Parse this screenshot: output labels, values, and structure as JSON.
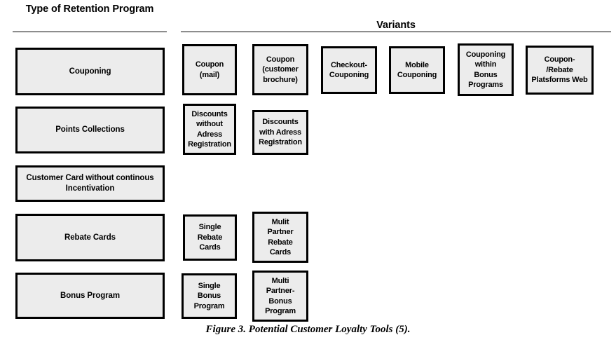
{
  "figure": {
    "caption": "Figure 3. Potential Customer Loyalty Tools (5).",
    "colors": {
      "box_fill": "#ececec",
      "box_border": "#000000",
      "page_background": "#ffffff",
      "text": "#000000"
    }
  },
  "headers": {
    "left": "Type of Retention\nProgram",
    "right": "Variants"
  },
  "rows": [
    {
      "program": "Couponing",
      "variants": [
        "Coupon\n(mail)",
        "Coupon\n(customer\nbrochure)",
        "Checkout-\nCouponing",
        "Mobile\nCouponing",
        "Couponing\nwithin\nBonus\nPrograms",
        "Coupon-\n/Rebate\nPlatsforms Web"
      ]
    },
    {
      "program": "Points Collections",
      "variants": [
        "Discounts\nwithout\nAdress\nRegistration",
        "Discounts\nwith Adress\nRegistration"
      ]
    },
    {
      "program": "Customer Card without continous\nIncentivation",
      "variants": []
    },
    {
      "program": "Rebate Cards",
      "variants": [
        "Single\nRebate\nCards",
        "Mulit\nPartner\nRebate\nCards"
      ]
    },
    {
      "program": "Bonus Program",
      "variants": [
        "Single Bonus\nProgram",
        "Multi\nPartner-\nBonus\nProgram"
      ]
    }
  ]
}
